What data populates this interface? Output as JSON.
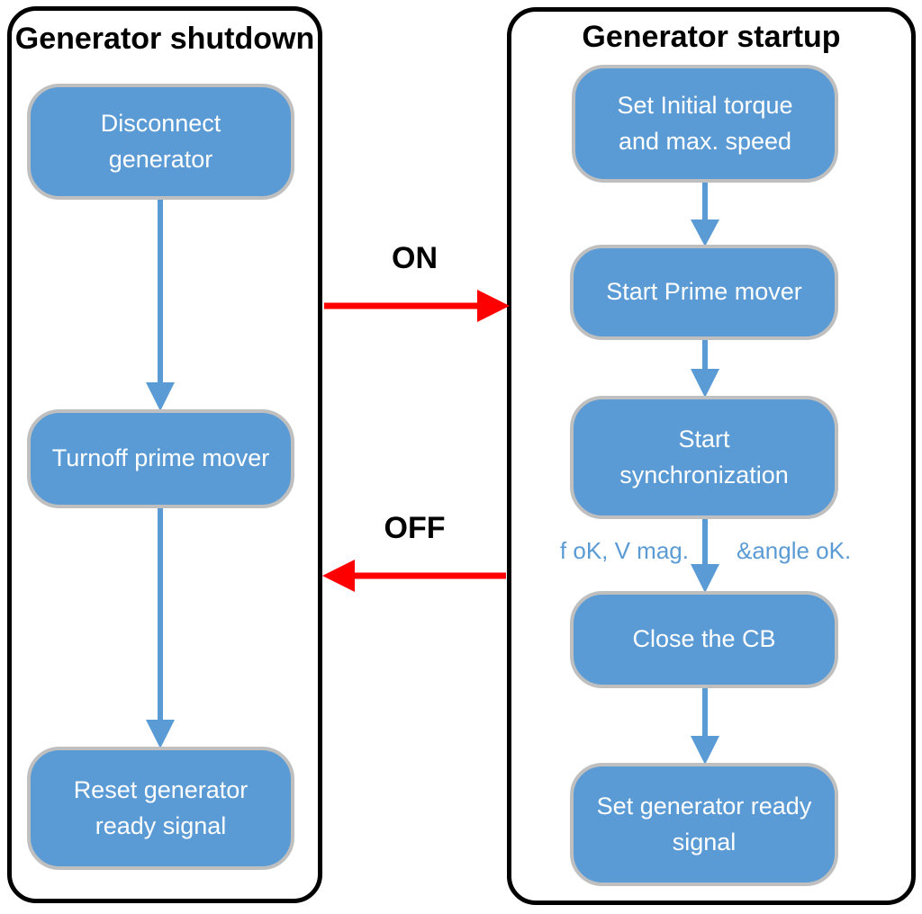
{
  "panels": {
    "shutdown": {
      "title": "Generator shutdown",
      "steps": [
        "Disconnect generator",
        "Turnoff prime mover",
        "Reset generator ready signal"
      ]
    },
    "startup": {
      "title": "Generator startup",
      "steps": [
        "Set Initial torque and max. speed",
        "Start Prime mover",
        "Start synchronization",
        "Close the CB",
        "Set generator ready signal"
      ]
    }
  },
  "transitions": {
    "on": "ON",
    "off": "OFF"
  },
  "sync_conditions": {
    "left": "f oK, V mag.",
    "right": "&angle oK."
  },
  "colors": {
    "box_fill": "#5B9BD5",
    "box_border": "#BFBFBF",
    "box_text": "#FFFFFF",
    "flow_arrow": "#5B9BD5",
    "transition_arrow": "#FF0000",
    "panel_border": "#000000",
    "title_text": "#000000",
    "condition_text": "#5B9BD5"
  }
}
